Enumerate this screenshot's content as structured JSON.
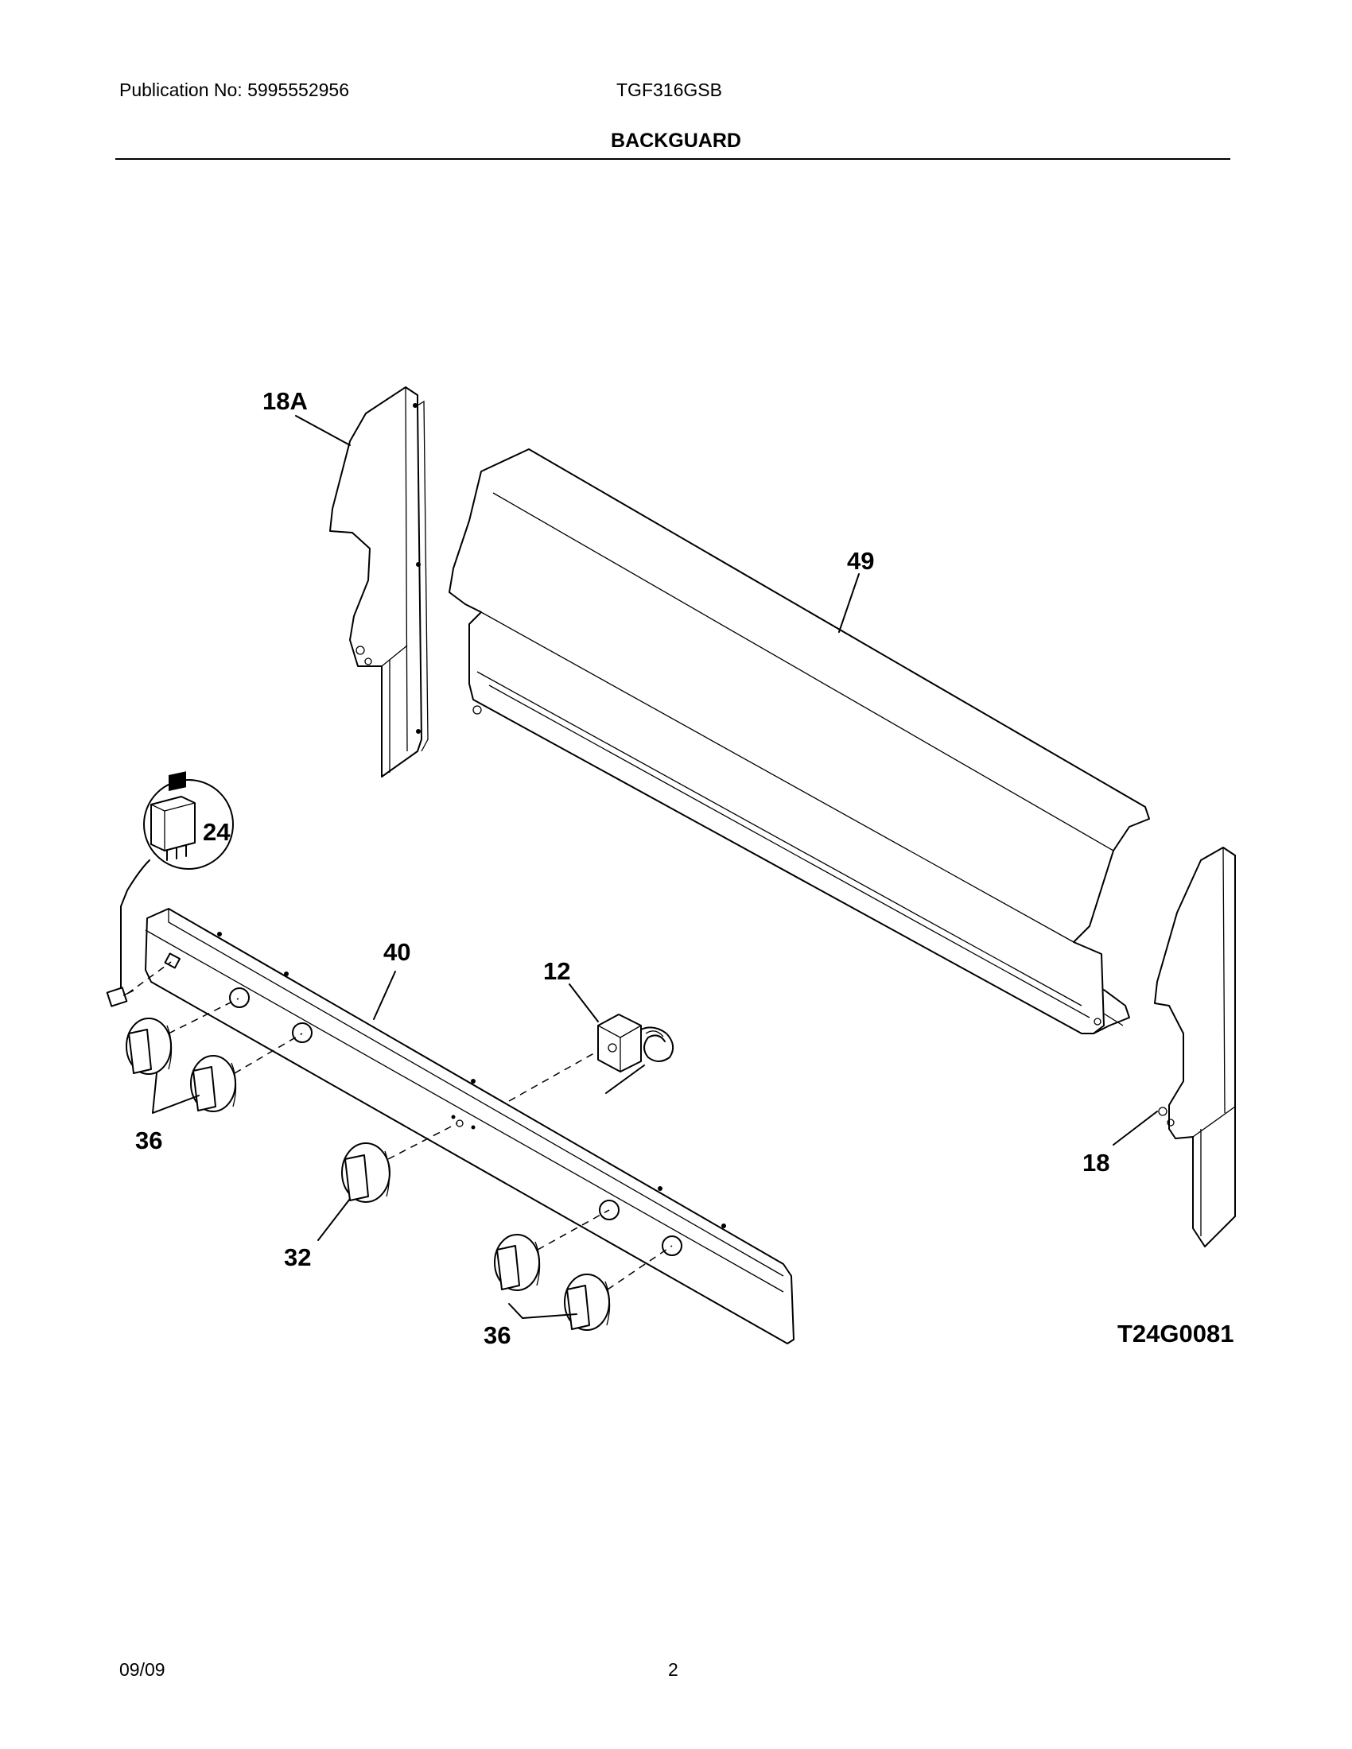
{
  "header": {
    "publication": "Publication No: 5995552956",
    "model": "TGF316GSB",
    "section_title": "BACKGUARD"
  },
  "diagram": {
    "callouts": {
      "part_18a": "18A",
      "part_49": "49",
      "part_24": "24",
      "part_40": "40",
      "part_12": "12",
      "part_36_left": "36",
      "part_18": "18",
      "part_32": "32",
      "part_36_bottom": "36"
    },
    "drawing_id": "T24G0081"
  },
  "footer": {
    "date": "09/09",
    "page": "2"
  }
}
